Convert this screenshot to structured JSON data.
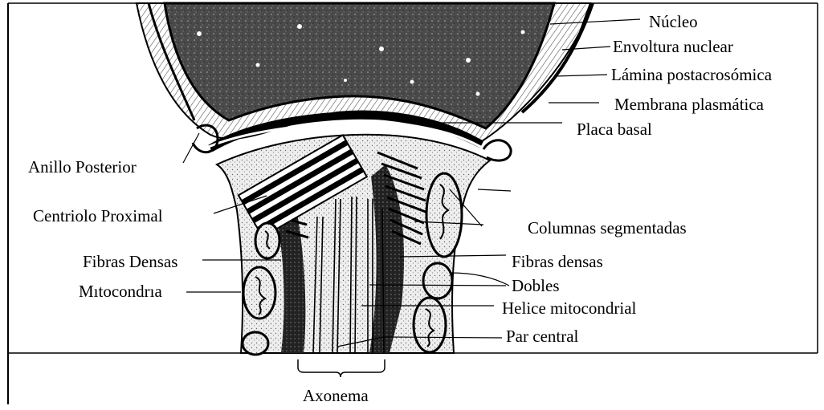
{
  "labels": {
    "nucleo": "Núcleo",
    "envoltura_nuclear": "Envoltura nuclear",
    "lamina_postacrosomica": "Lámina postacrosómica",
    "membrana_plasmatica": "Membrana plasmática",
    "placa_basal": "Placa basal",
    "anillo_posterior": "Anillo Posterior",
    "centriolo_proximal": "Centriolo Proximal",
    "columnas_segmentadas": "Columnas segmentadas",
    "fibras_densas_left": "Fibras Densas",
    "fibras_densas_right": "Fibras densas",
    "mitocondria": "Mıtocondrıa",
    "dobles": "Dobles",
    "helice_mitocondrial": "Helice mitocondrial",
    "par_central": "Par central",
    "axonema": "Axonema"
  }
}
